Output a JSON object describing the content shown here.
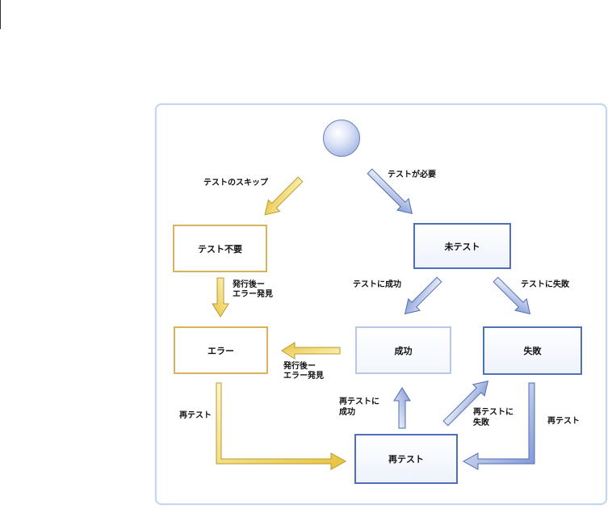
{
  "nodes": {
    "no_test": "テスト不要",
    "untested": "未テスト",
    "error": "エラー",
    "success": "成功",
    "failure": "失敗",
    "retest": "再テスト"
  },
  "labels": {
    "skip_test": "テストのスキップ",
    "test_required": "テストが必要",
    "error_after_release_1": "発行後ー",
    "error_after_release_2": "エラー発見",
    "test_success": "テストに成功",
    "test_fail": "テストに失敗",
    "error_after_release_b1": "発行後ー",
    "error_after_release_b2": "エラー発見",
    "retest_left": "再テスト",
    "retest_success_1": "再テストに",
    "retest_success_2": "成功",
    "retest_fail_1": "再テストに",
    "retest_fail_2": "失敗",
    "retest_right": "再テスト"
  },
  "colors": {
    "yellow": "#e8c640",
    "blue": "#4d6cb8",
    "pale_blue": "#b9c8e6",
    "frame": "#c5d6ee"
  }
}
